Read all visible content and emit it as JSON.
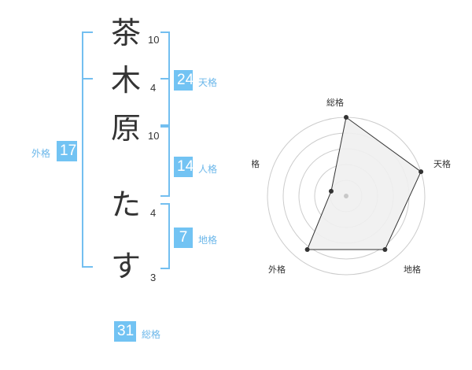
{
  "characters": [
    {
      "char": "茶",
      "strokes": "10"
    },
    {
      "char": "木",
      "strokes": "4"
    },
    {
      "char": "原",
      "strokes": "10"
    },
    {
      "char": "た",
      "strokes": "4"
    },
    {
      "char": "す",
      "strokes": "3"
    }
  ],
  "tenkaku": {
    "value": "24",
    "label": "天格"
  },
  "jinkaku": {
    "value": "14",
    "label": "人格"
  },
  "chikaku": {
    "value": "7",
    "label": "地格"
  },
  "gaikaku": {
    "value": "17",
    "label": "外格"
  },
  "soukaku": {
    "value": "31",
    "label": "総格"
  },
  "radar": {
    "axes": [
      "総格",
      "天格",
      "地格",
      "外格",
      "人格"
    ],
    "values": [
      1.0,
      1.0,
      0.84,
      0.84,
      0.2
    ],
    "colors": {
      "fill": "#efefef",
      "line": "#333333",
      "ring": "#cccccc",
      "center": "#c8c8c8"
    }
  }
}
